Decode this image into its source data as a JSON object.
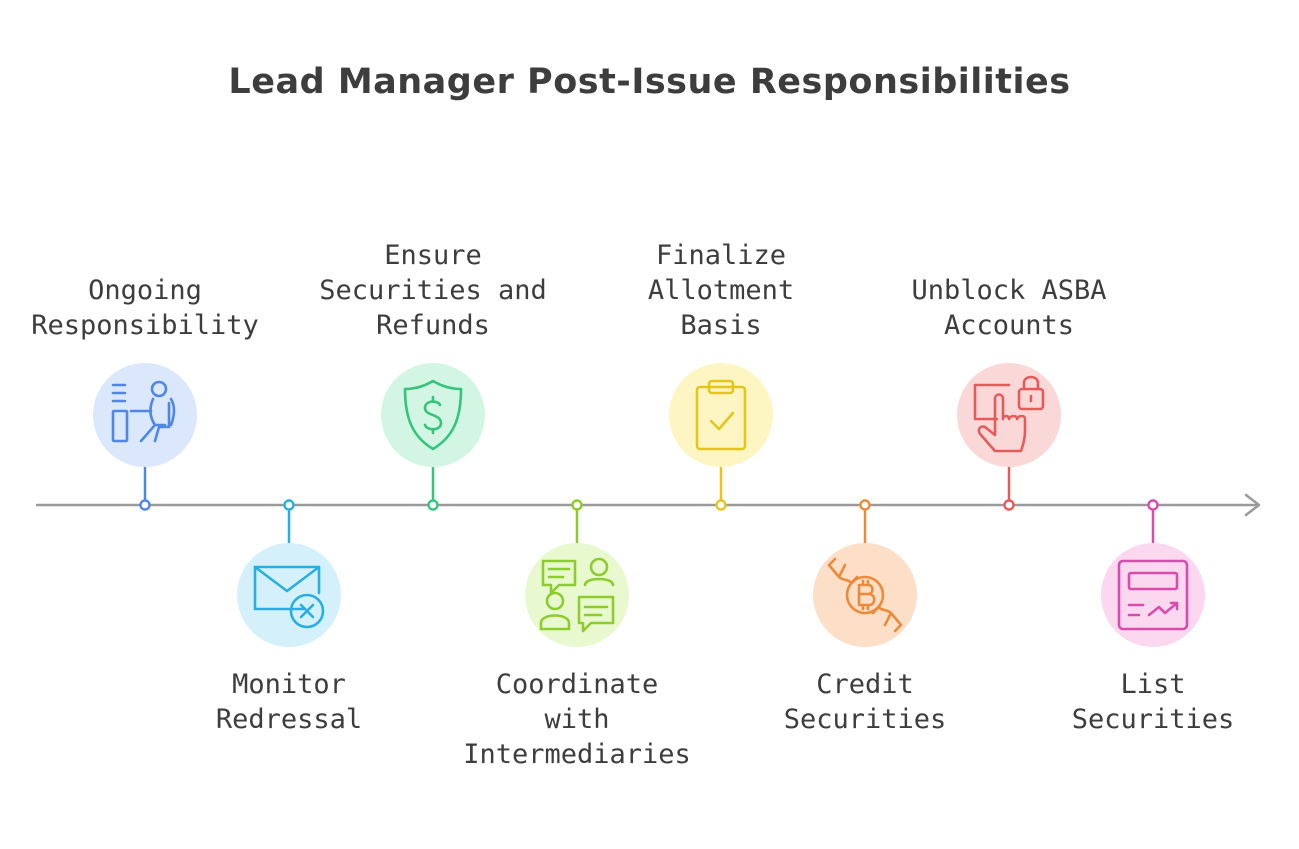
{
  "title": "Lead Manager Post-Issue Responsibilities",
  "steps": [
    {
      "label": "Ongoing\nResponsibility",
      "position": "top",
      "icon": "person-at-desk-icon",
      "accent": "#4f86e8",
      "fill": "#dbe7fb"
    },
    {
      "label": "Monitor\nRedressal",
      "position": "bottom",
      "icon": "mail-cancel-icon",
      "accent": "#28aee0",
      "fill": "#d4f1fb"
    },
    {
      "label": "Ensure\nSecurities and\nRefunds",
      "position": "top",
      "icon": "dollar-shield-icon",
      "accent": "#34c47c",
      "fill": "#d2f6e3"
    },
    {
      "label": "Coordinate\nwith\nIntermediaries",
      "position": "bottom",
      "icon": "people-chat-icon",
      "accent": "#8ccc2c",
      "fill": "#e8f9cf"
    },
    {
      "label": "Finalize\nAllotment\nBasis",
      "position": "top",
      "icon": "clipboard-check-icon",
      "accent": "#e4c51c",
      "fill": "#fdf6c3"
    },
    {
      "label": "Credit\nSecurities",
      "position": "bottom",
      "icon": "bitcoin-hands-icon",
      "accent": "#ec8a3a",
      "fill": "#fddfc8"
    },
    {
      "label": "Unblock ASBA\nAccounts",
      "position": "top",
      "icon": "touch-lock-icon",
      "accent": "#e65a5a",
      "fill": "#fbd8d8"
    },
    {
      "label": "List Securities",
      "position": "bottom",
      "icon": "chart-card-icon",
      "accent": "#d84cae",
      "fill": "#fbd8ef"
    }
  ]
}
